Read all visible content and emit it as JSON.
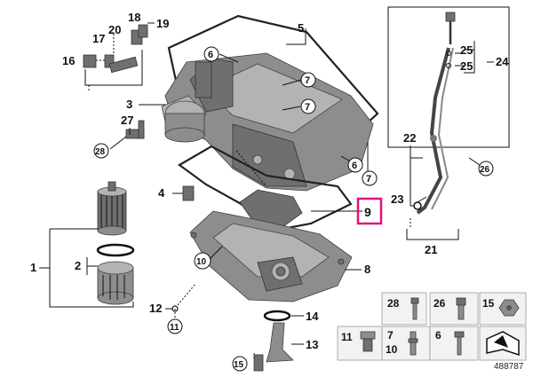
{
  "callouts": {
    "c1": "1",
    "c2": "2",
    "c3": "3",
    "c4": "4",
    "c5": "5",
    "c6a": "6",
    "c6b": "6",
    "c7a": "7",
    "c7b": "7",
    "c8": "8",
    "c9": "9",
    "c10": "10",
    "c11": "11",
    "c12": "12",
    "c13": "13",
    "c14": "14",
    "c15": "15",
    "c16": "16",
    "c17": "17",
    "c18": "18",
    "c19": "19",
    "c20": "20",
    "c21": "21",
    "c22": "22",
    "c23": "23",
    "c24": "24",
    "c25a": "25",
    "c25b": "25",
    "c26": "26",
    "c27": "27",
    "c28": "28"
  },
  "legend": {
    "t28": "28",
    "t26": "26",
    "t15": "15",
    "t11": "11",
    "t7": "7",
    "t10": "10",
    "t6": "6"
  },
  "reference_number": "488787",
  "colors": {
    "highlight": "#e0117f",
    "part_gray": "#8d8d8d"
  }
}
